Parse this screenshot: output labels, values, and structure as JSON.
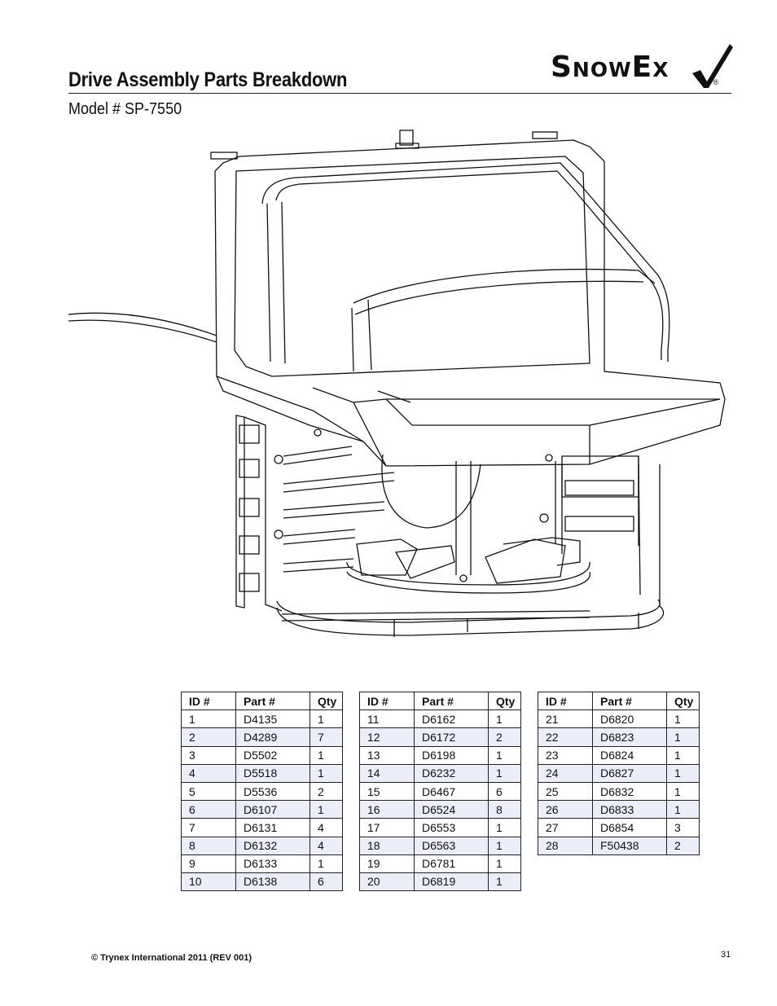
{
  "header": {
    "title": "Drive Assembly Parts Breakdown",
    "model": "Model # SP-7550",
    "brand": "SnowEx",
    "brand_mark": "®"
  },
  "table": {
    "headers": [
      "ID #",
      "Part #",
      "Qty"
    ],
    "groups": [
      [
        [
          "1",
          "D4135",
          "1"
        ],
        [
          "2",
          "D4289",
          "7"
        ],
        [
          "3",
          "D5502",
          "1"
        ],
        [
          "4",
          "D5518",
          "1"
        ],
        [
          "5",
          "D5536",
          "2"
        ],
        [
          "6",
          "D6107",
          "1"
        ],
        [
          "7",
          "D6131",
          "4"
        ],
        [
          "8",
          "D6132",
          "4"
        ],
        [
          "9",
          "D6133",
          "1"
        ],
        [
          "10",
          "D6138",
          "6"
        ]
      ],
      [
        [
          "11",
          "D6162",
          "1"
        ],
        [
          "12",
          "D6172",
          "2"
        ],
        [
          "13",
          "D6198",
          "1"
        ],
        [
          "14",
          "D6232",
          "1"
        ],
        [
          "15",
          "D6467",
          "6"
        ],
        [
          "16",
          "D6524",
          "8"
        ],
        [
          "17",
          "D6553",
          "1"
        ],
        [
          "18",
          "D6563",
          "1"
        ],
        [
          "19",
          "D6781",
          "1"
        ],
        [
          "20",
          "D6819",
          "1"
        ]
      ],
      [
        [
          "21",
          "D6820",
          "1"
        ],
        [
          "22",
          "D6823",
          "1"
        ],
        [
          "23",
          "D6824",
          "1"
        ],
        [
          "24",
          "D6827",
          "1"
        ],
        [
          "25",
          "D6832",
          "1"
        ],
        [
          "26",
          "D6833",
          "1"
        ],
        [
          "27",
          "D6854",
          "3"
        ],
        [
          "28",
          "F50438",
          "2"
        ]
      ]
    ]
  },
  "footer": {
    "copyright": "© Trynex International 2011  (REV 001)",
    "page_number": "31"
  },
  "colors": {
    "shaded_row": "#ebedf8",
    "ink": "#111111"
  }
}
